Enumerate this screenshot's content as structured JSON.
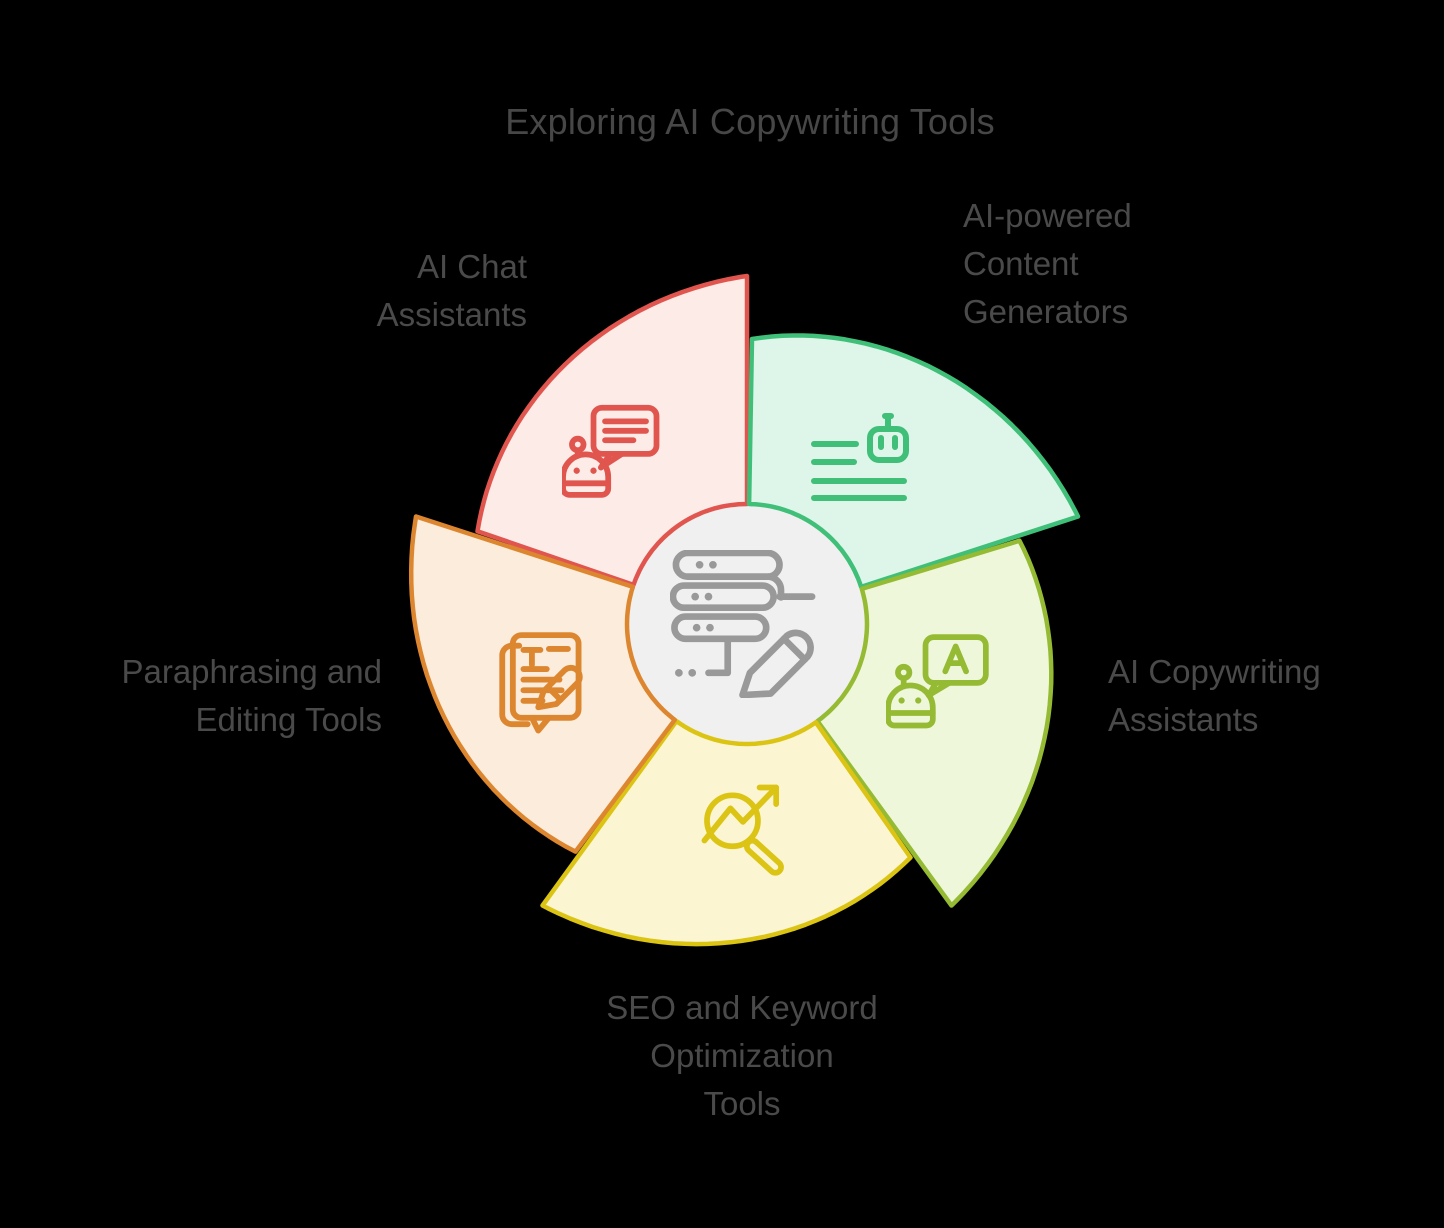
{
  "title": "Exploring AI Copywriting Tools",
  "colors": {
    "background": "#000000",
    "title_text": "#474747",
    "label_text": "#4a4a4a",
    "center_fill": "#f0f0f0",
    "center_icon": "#999999"
  },
  "center": {
    "icon": "server-pencil-icon"
  },
  "segments": [
    {
      "id": "chat",
      "lines": [
        "AI Chat",
        "Assistants"
      ],
      "stroke": "#e0564f",
      "fill": "#fdebe8",
      "icon": "chat-robot-icon"
    },
    {
      "id": "content",
      "lines": [
        "AI-powered",
        "Content",
        "Generators"
      ],
      "stroke": "#3fbf78",
      "fill": "#def5ea",
      "icon": "robot-text-lines-icon"
    },
    {
      "id": "copywriting",
      "lines": [
        "AI Copywriting",
        "Assistants"
      ],
      "stroke": "#95ba33",
      "fill": "#eff7da",
      "icon": "robot-chat-a-icon"
    },
    {
      "id": "seo",
      "lines": [
        "SEO and Keyword",
        "Optimization",
        "Tools"
      ],
      "stroke": "#dcc414",
      "fill": "#fbf6d1",
      "icon": "seo-magnifier-icon"
    },
    {
      "id": "paraphrasing",
      "lines": [
        "Paraphrasing and",
        "Editing Tools"
      ],
      "stroke": "#dd8630",
      "fill": "#fcecdb",
      "icon": "document-edit-icon"
    }
  ]
}
